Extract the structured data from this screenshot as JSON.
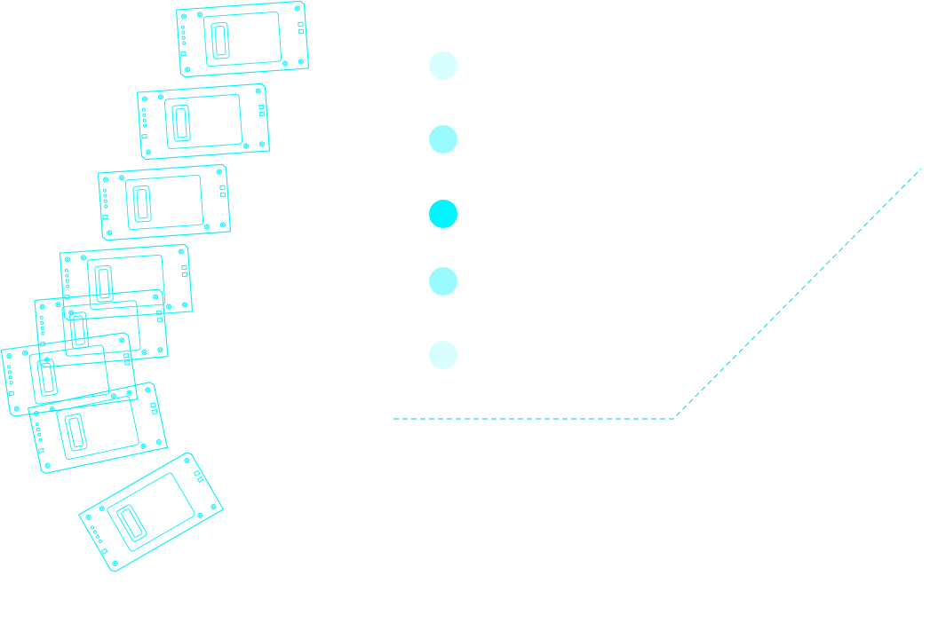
{
  "colors": {
    "accent": "#00f5ff",
    "line": "#00f0ff",
    "guide": "#31d8e6",
    "background": "#ffffff"
  },
  "panels": {
    "count": 8,
    "icon": "mounting-plate-outline"
  },
  "steps": [
    {
      "level": 0.15
    },
    {
      "level": 0.4
    },
    {
      "level": 1.0
    },
    {
      "level": 0.4
    },
    {
      "level": 0.15
    }
  ],
  "guide": {
    "style": "dashed"
  }
}
